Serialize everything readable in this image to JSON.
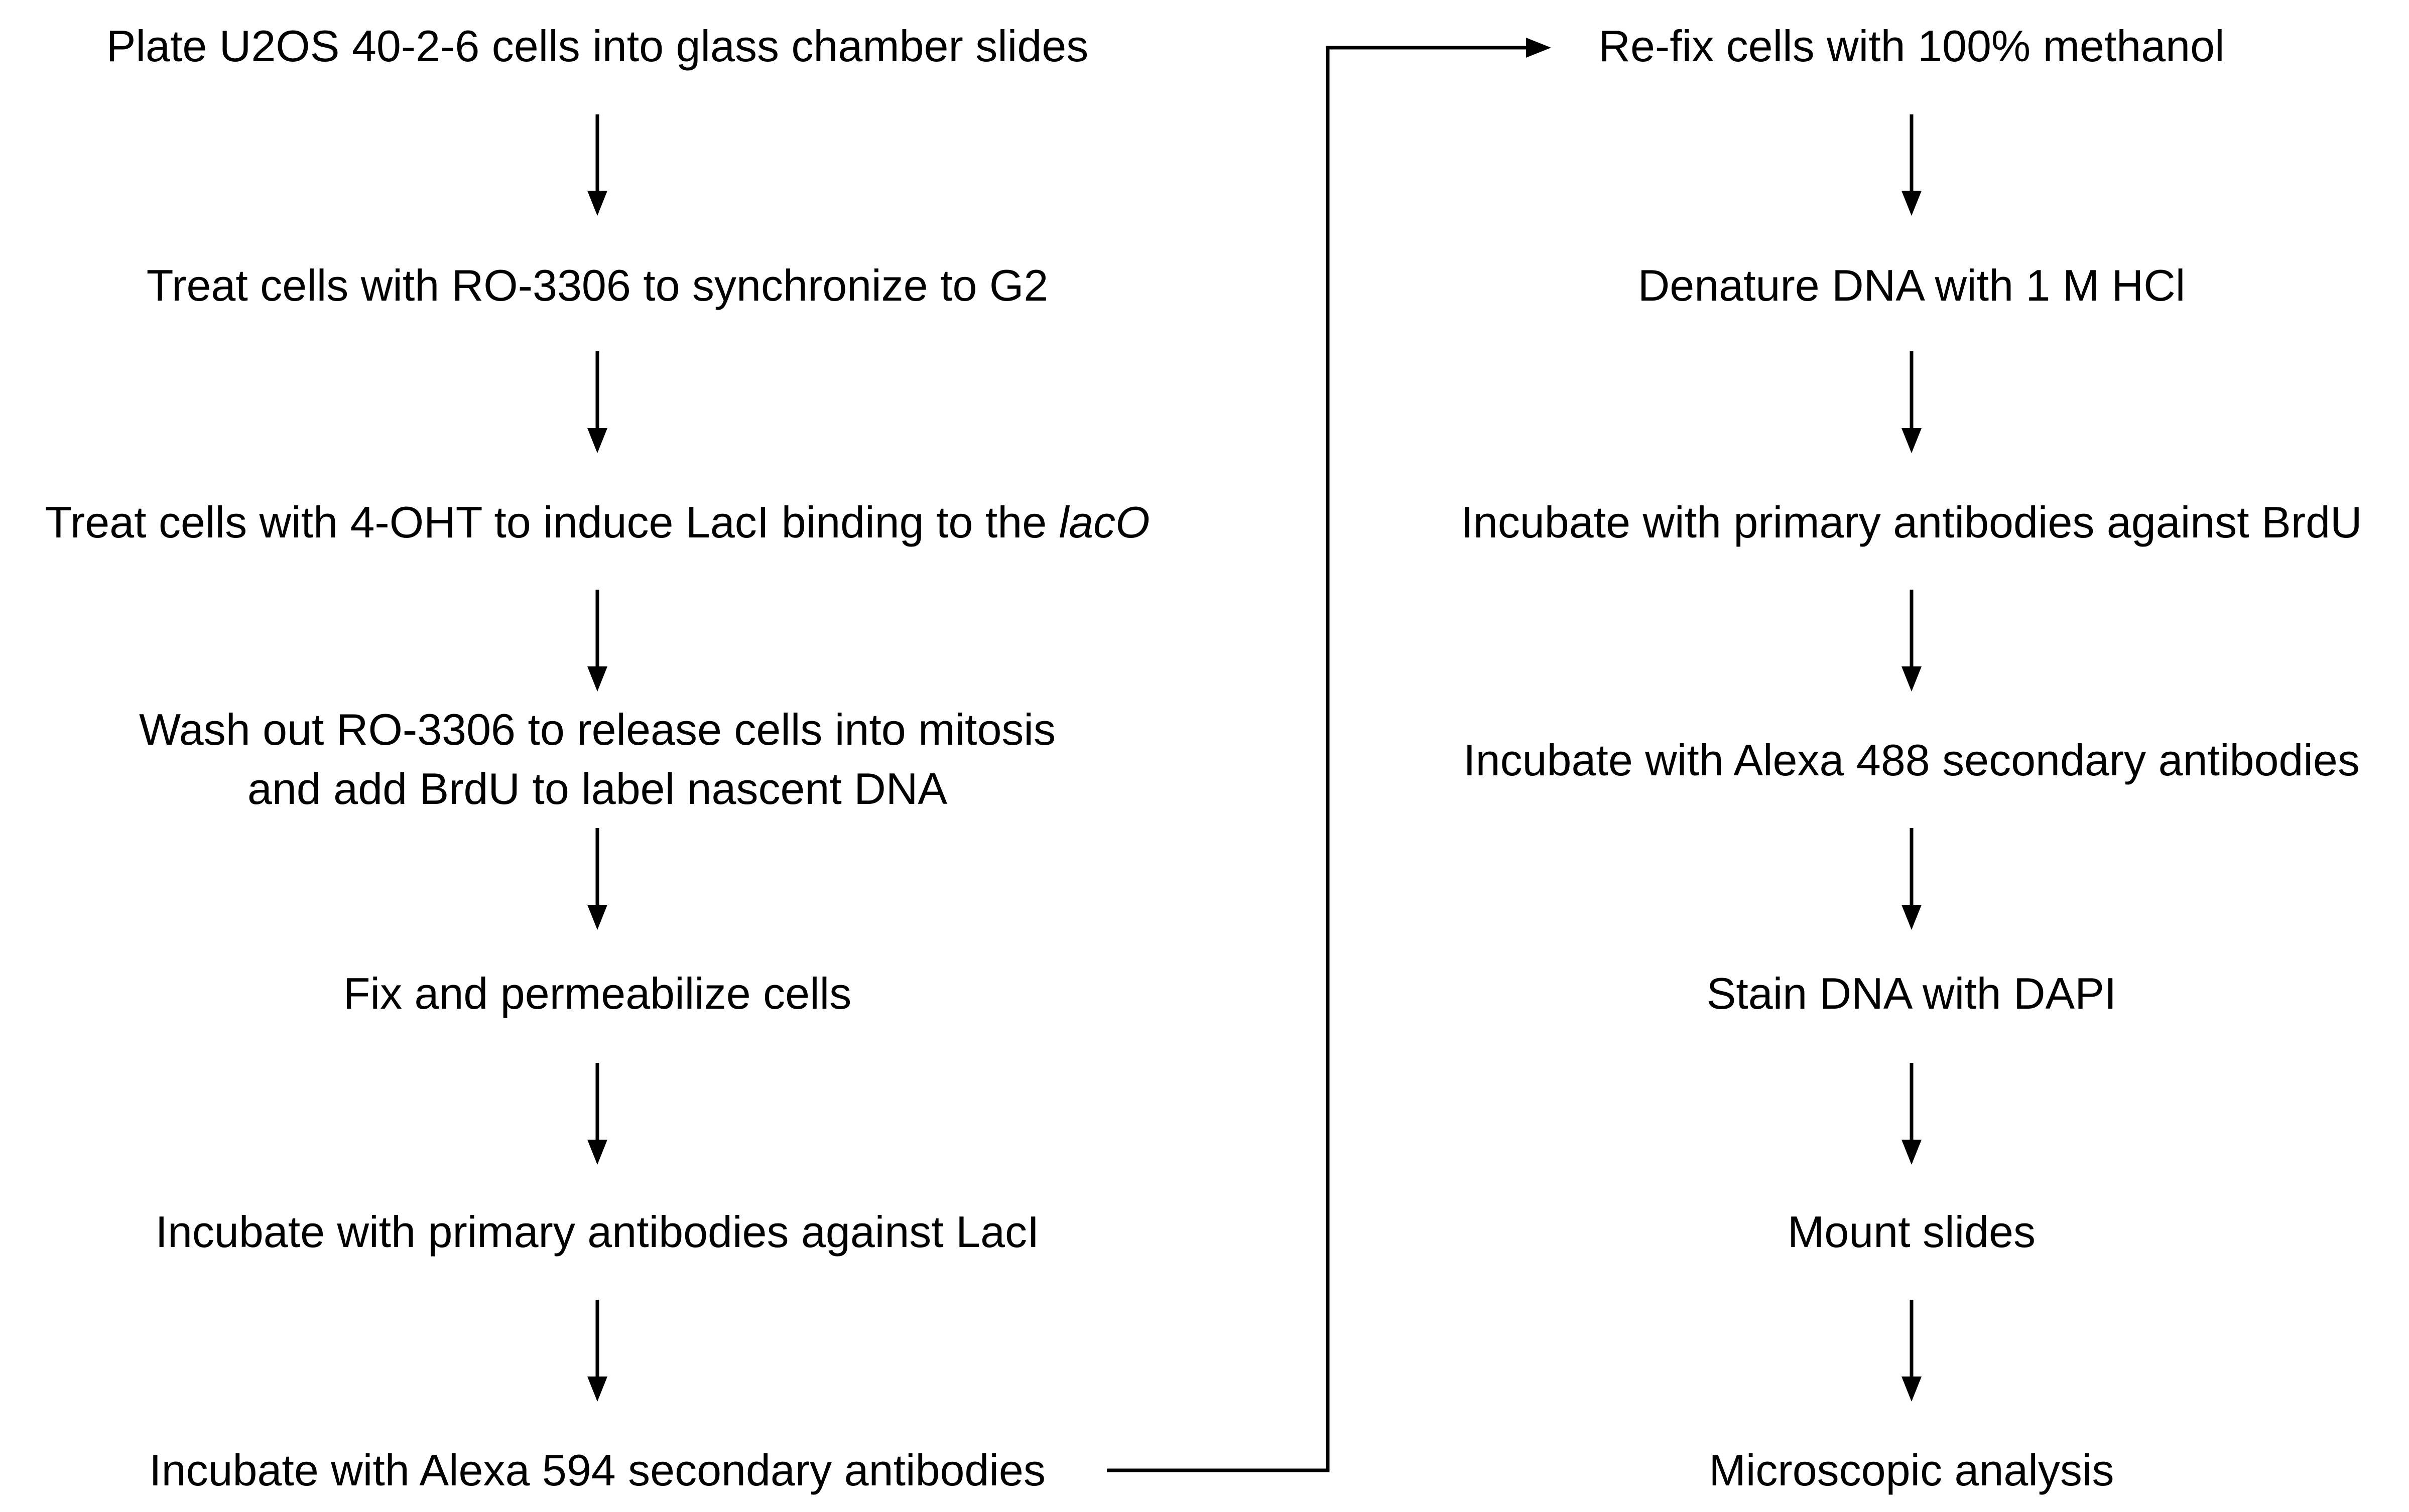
{
  "left_column": {
    "steps": [
      {
        "text": "Plate U2OS 40-2-6 cells into glass chamber slides"
      },
      {
        "text": "Treat cells with RO-3306 to synchronize to G2"
      },
      {
        "text_prefix": "Treat cells with 4-OHT to induce LacI binding to the ",
        "text_italic": "lacO"
      },
      {
        "line1": "Wash out RO-3306 to release cells into mitosis",
        "line2": "and add BrdU to label nascent DNA"
      },
      {
        "text": "Fix and permeabilize cells"
      },
      {
        "text": "Incubate with primary antibodies against LacI"
      },
      {
        "text": "Incubate with Alexa 594 secondary antibodies"
      }
    ]
  },
  "right_column": {
    "steps": [
      {
        "text": "Re-fix cells with 100% methanol"
      },
      {
        "text": "Denature DNA with 1 M HCl"
      },
      {
        "text": "Incubate with primary antibodies against BrdU"
      },
      {
        "text": "Incubate with Alexa 488 secondary antibodies"
      },
      {
        "text": "Stain DNA with DAPI"
      },
      {
        "text": "Mount slides"
      },
      {
        "text": "Microscopic analysis"
      }
    ]
  },
  "colors": {
    "text": "#000000",
    "arrows": "#000000",
    "background": "#ffffff"
  }
}
